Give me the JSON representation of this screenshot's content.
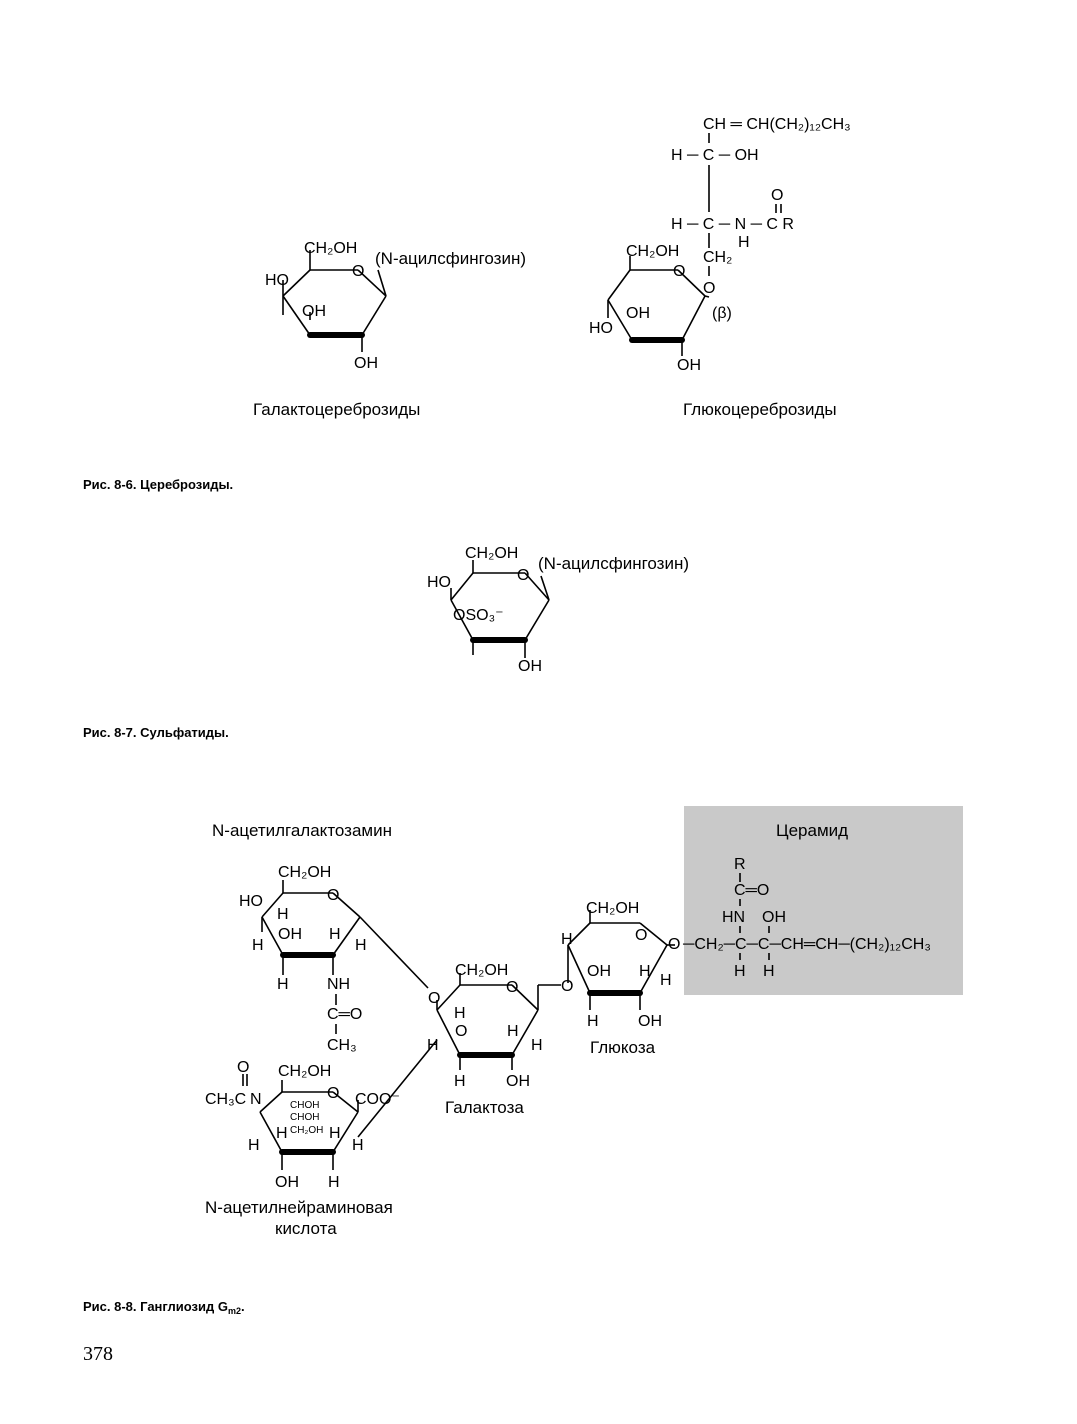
{
  "figures": {
    "fig86": {
      "caption": "Рис. 8-6. Цереброзиды.",
      "left_label": "Галактоцереброзиды",
      "right_label": "Глюкоцереброзиды",
      "n_acyl": "(N-ацилсфингозин)",
      "beta": "(β)",
      "ch2oh": "CH₂OH",
      "ho": "HO",
      "oh": "OH",
      "o": "O",
      "h": "H",
      "sphingo_top": "CH ═ CH(CH₂)₁₂CH₃",
      "h_c_oh": "H ─ C ─ OH",
      "h_c_n_c_r": "H ─ C ─ N ─ C R",
      "ch2": "CH₂"
    },
    "fig87": {
      "caption": "Рис. 8-7. Сульфатиды.",
      "n_acyl": "(N-ацилсфингозин)",
      "oso3": "OSO₃⁻"
    },
    "fig88": {
      "caption_prefix": "Рис. 8-8. Ганглиозид G",
      "caption_sub": "m2",
      "caption_suffix": ".",
      "galnac": "N-ацетилгалактозамин",
      "ceramide": "Церамид",
      "galactose": "Галактоза",
      "glucose": "Глюкоза",
      "neu5ac_line1": "N-ацетилнейраминовая",
      "neu5ac_line2": "кислота",
      "ceramide_chain": "─CH₂─C─C─CH═CH─(CH₂)₁₂CH₃",
      "nh": "NH",
      "ch3": "CH₃",
      "c_eq_o": "C═O",
      "ch3c": "CH₃C",
      "coo": "COO⁻",
      "chohchoh": [
        "CHOH",
        "CHOH",
        "CH₂OH"
      ],
      "r": "R",
      "hn": "HN"
    },
    "page_number": "378"
  },
  "colors": {
    "ceramide_box": "#c9c9c9"
  }
}
